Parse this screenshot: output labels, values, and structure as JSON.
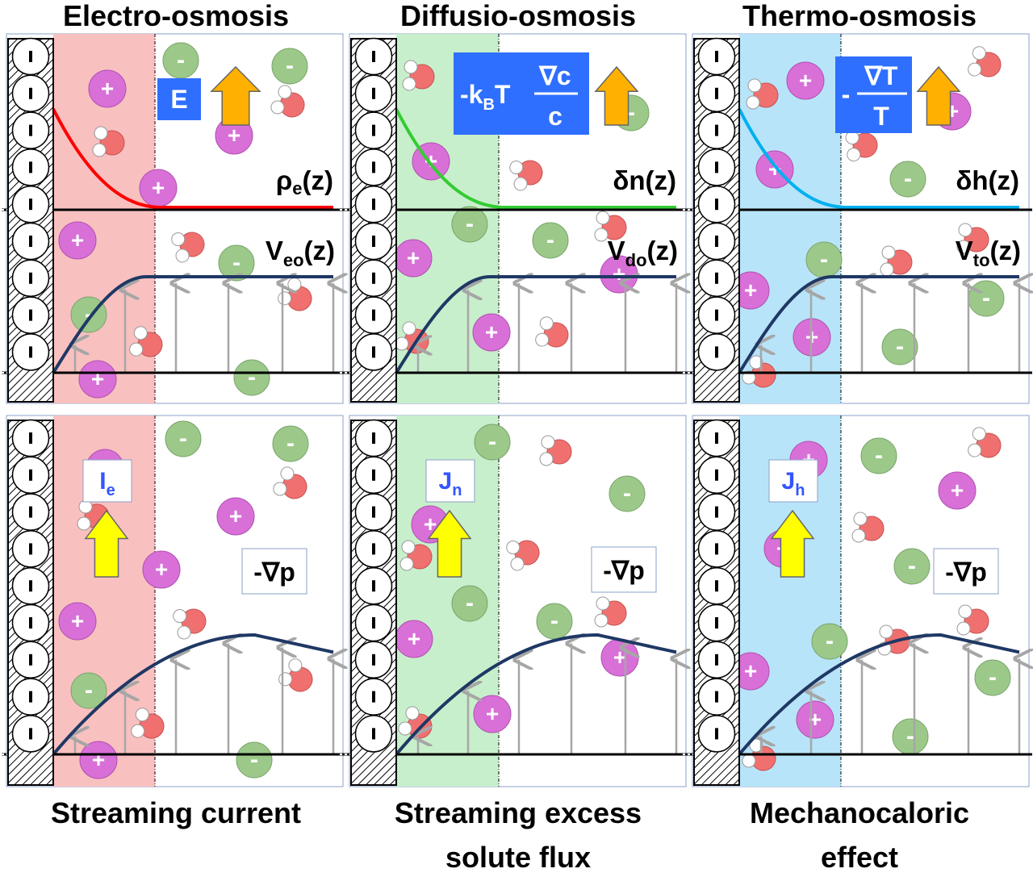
{
  "colors": {
    "electro_shade": "#f9c0c0",
    "diffusio_shade": "#c8efcb",
    "thermo_shade": "#b8e4f9",
    "rho_curve": "#ff0000",
    "dn_curve": "#33cc33",
    "dh_curve": "#00b0f0",
    "velocity_curve": "#1f3864",
    "field_box": "#2f6fff",
    "flux_text": "#3355ff",
    "force_arrow": "#ffb000",
    "flux_arrow": "#ffff00",
    "cation": "#d870d8",
    "anion": "#9cc98a",
    "oxygen": "#f07070"
  },
  "top": {
    "electro": {
      "title": "Electro-osmosis",
      "force": "E",
      "density": "ρe(z)",
      "density_sub_base": "ρ",
      "density_sub": "e",
      "density_tail": "(z)",
      "velocity_base": "V",
      "velocity_sub": "eo",
      "velocity_tail": "(z)"
    },
    "diffusio": {
      "title": "Diffusio-osmosis",
      "force_prefix": "-k",
      "force_sub": "B",
      "force_T": "T",
      "force_num": "∇c",
      "force_den": "c",
      "density": "δn(z)",
      "velocity_base": "V",
      "velocity_sub": "do",
      "velocity_tail": "(z)"
    },
    "thermo": {
      "title": "Thermo-osmosis",
      "force_prefix": "-",
      "force_num": "∇T",
      "force_den": "T",
      "density": "δh(z)",
      "velocity_base": "V",
      "velocity_sub": "to",
      "velocity_tail": "(z)"
    }
  },
  "bottom": {
    "electro": {
      "flux_base": "I",
      "flux_sub": "e",
      "pressure": "-∇p",
      "caption": "Streaming current"
    },
    "diffusio": {
      "flux_base": "J",
      "flux_sub": "n",
      "pressure": "-∇p",
      "caption_line1": "Streaming excess",
      "caption_line2": "solute flux"
    },
    "thermo": {
      "flux_base": "J",
      "flux_sub": "h",
      "pressure": "-∇p",
      "caption_line1": "Mechanocaloric",
      "caption_line2": "effect"
    }
  },
  "ion_signs": {
    "cation": "+",
    "anion": "-"
  },
  "wall_mark": "'"
}
